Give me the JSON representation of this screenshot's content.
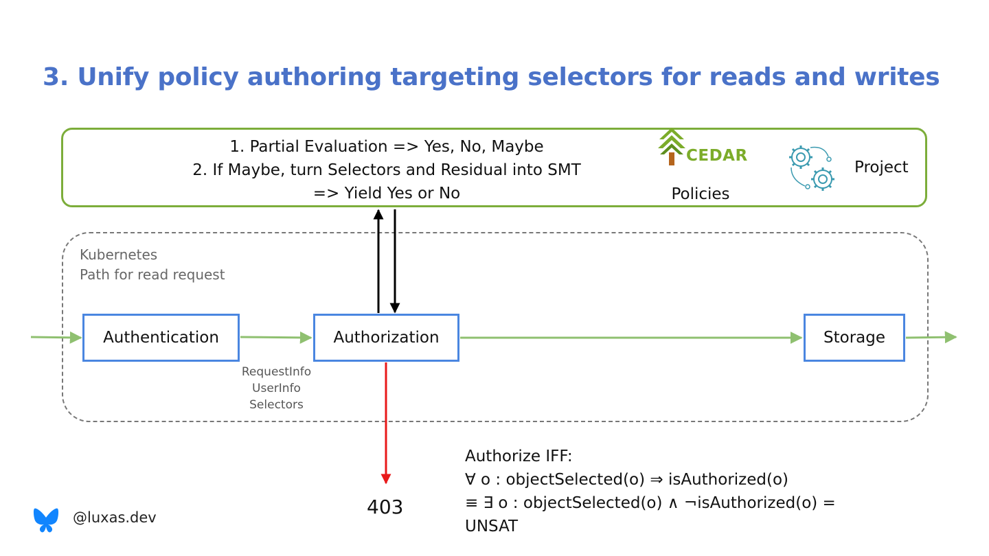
{
  "slide": {
    "title": "3. Unify policy authoring targeting selectors for reads and writes"
  },
  "top_box": {
    "lines": [
      "1. Partial Evaluation => Yes, No, Maybe",
      "2. If Maybe, turn Selectors and Residual into SMT",
      "=> Yield Yes or No"
    ],
    "cedar_logo_text": "CEDAR",
    "policies_label": "Policies",
    "project_label": "Project"
  },
  "kubernetes": {
    "label_line1": "Kubernetes",
    "label_line2": "Path for read request"
  },
  "nodes": {
    "authentication": "Authentication",
    "authorization": "Authorization",
    "storage": "Storage"
  },
  "edge_label": {
    "line1": "RequestInfo",
    "line2": "UserInfo",
    "line3": "Selectors"
  },
  "denied": {
    "code": "403"
  },
  "formula": {
    "line1": "Authorize IFF:",
    "line2": "∀ o : objectSelected(o) ⇒ isAuthorized(o)",
    "line3": "≡  ∃ o : objectSelected(o) ∧ ¬isAuthorized(o) =",
    "line4": "UNSAT"
  },
  "footer": {
    "handle": "@luxas.dev",
    "icon": "butterfly-icon"
  },
  "colors": {
    "title": "#4a72c8",
    "top_box_border": "#7cad3a",
    "node_border": "#4a86e0",
    "flow_arrow": "#8fc070",
    "deny_arrow": "#e8191a",
    "cedar_green": "#7cac2a",
    "cedar_brown": "#b5651d",
    "gear_teal": "#3a9ab0",
    "butterfly": "#1185fe"
  }
}
